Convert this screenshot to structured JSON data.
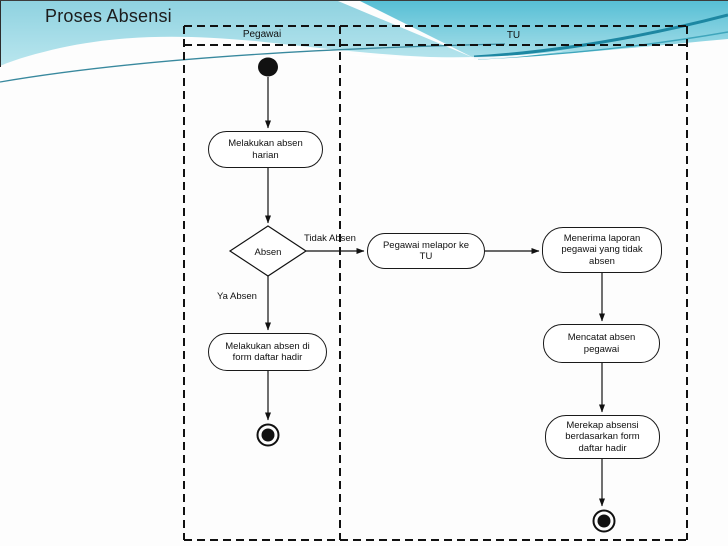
{
  "slide": {
    "title": "Proses Absensi"
  },
  "diagram": {
    "lanes": [
      {
        "label": "Pegawai"
      },
      {
        "label": "TU"
      }
    ],
    "nodes": {
      "absen_harian": "Melakukan absen harian",
      "decision": "Absen",
      "melapor": "Pegawai melapor ke TU",
      "menerima": "Menerima laporan pegawai yang tidak absen",
      "mencatat": "Mencatat absen pegawai",
      "merekap": "Merekap absensi berdasarkan form daftar hadir",
      "form_hadir": "Melakukan absen di form daftar hadir"
    },
    "edge_labels": {
      "tidak": "Tidak Absen",
      "ya": "Ya Absen"
    },
    "colors": {
      "wave_light": "#a4d9e6",
      "wave_dark_top": "#57bfd5",
      "wave_dark_bottom": "#a8dfe9",
      "wave_accent": "#1d87a2",
      "line": "#111111"
    }
  }
}
